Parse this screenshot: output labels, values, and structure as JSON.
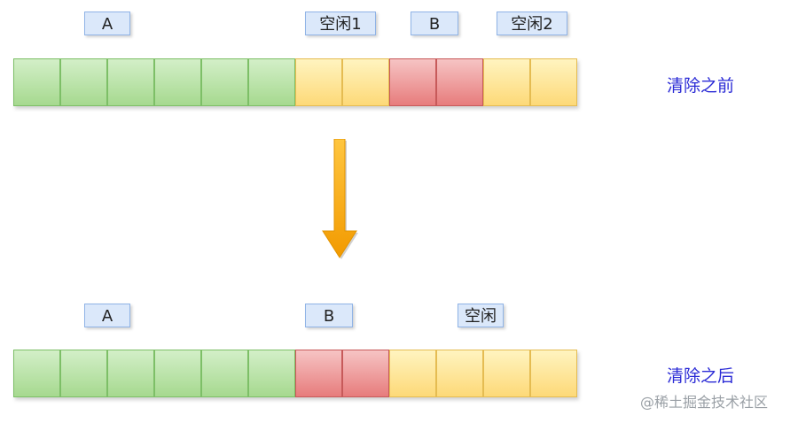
{
  "before": {
    "labels": {
      "a": "A",
      "free1": "空闲1",
      "b": "B",
      "free2": "空闲2"
    },
    "caption": "清除之前",
    "cells": [
      "A",
      "A",
      "A",
      "A",
      "A",
      "A",
      "free",
      "free",
      "B",
      "B",
      "free",
      "free"
    ]
  },
  "after": {
    "labels": {
      "a": "A",
      "b": "B",
      "free": "空闲"
    },
    "caption": "清除之后",
    "cells": [
      "A",
      "A",
      "A",
      "A",
      "A",
      "A",
      "B",
      "B",
      "free",
      "free",
      "free",
      "free"
    ]
  },
  "watermark": "@稀土掘金技术社区",
  "colors": {
    "block_a": "#a6d98f",
    "block_b": "#e77c7c",
    "free": "#fdd978",
    "arrow": "#f7a800",
    "caption": "#2b2bd6",
    "label_bg": "#dbe8fa"
  }
}
